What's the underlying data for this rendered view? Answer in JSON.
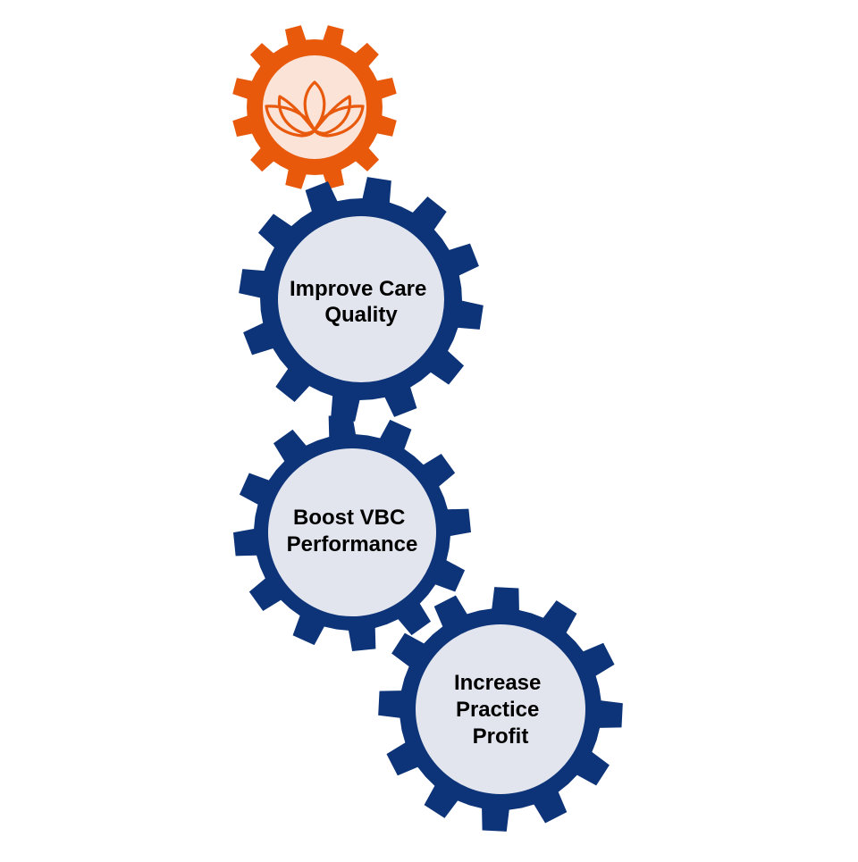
{
  "colors": {
    "accent_gear": "#E8590C",
    "accent_gear_inner": "#FCE3D7",
    "primary_gear": "#0D3478",
    "primary_gear_inner": "#E2E5EE",
    "label_text": "#000000"
  },
  "top_gear": {
    "icon": "lotus-icon"
  },
  "gears": [
    {
      "lines": [
        "Improve Care",
        "Quality"
      ]
    },
    {
      "lines": [
        "Boost VBC",
        "Performance"
      ]
    },
    {
      "lines": [
        "Increase",
        "Practice",
        "Profit"
      ]
    }
  ]
}
